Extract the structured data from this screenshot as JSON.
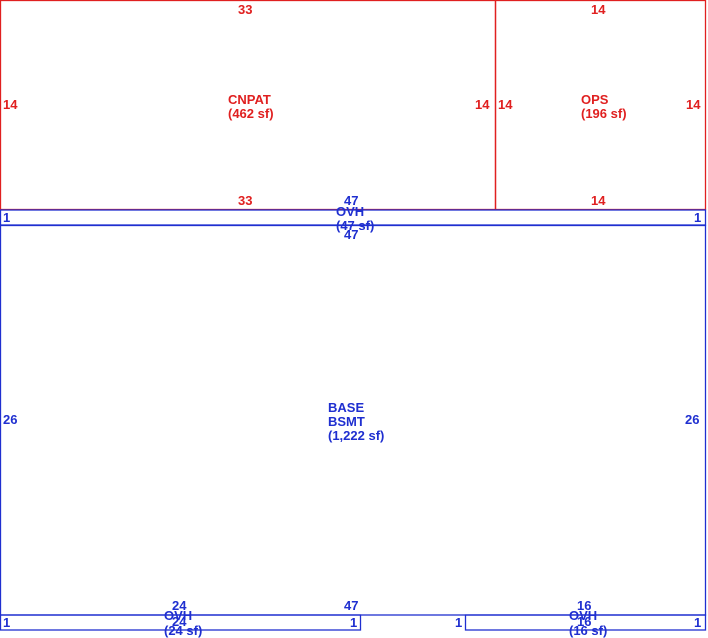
{
  "colors": {
    "addition": "#e02020",
    "main": "#1f2fd0",
    "background": "#ffffff"
  },
  "areas": {
    "cnpat": {
      "name": "CNPAT",
      "area": "(462 sf)",
      "dims": {
        "top": "33",
        "bottom": "33",
        "left": "14",
        "right": "14"
      }
    },
    "ops": {
      "name": "OPS",
      "area": "(196 sf)",
      "dims": {
        "top": "14",
        "bottom": "14",
        "left": "14",
        "right": "14"
      }
    },
    "ovh_top": {
      "name": "OVH",
      "area": "(47 sf)",
      "dims": {
        "top": "47",
        "bottom": "47",
        "left": "1",
        "right": "1"
      }
    },
    "base": {
      "name_line1": "BASE",
      "name_line2": "BSMT",
      "area": "(1,222 sf)",
      "dims": {
        "left": "26",
        "right": "26",
        "bottom": "47"
      }
    },
    "ovh_bottom_left": {
      "name": "OVH",
      "area": "(24 sf)",
      "dims": {
        "top": "24",
        "bottom": "24",
        "left": "1",
        "right": "1"
      }
    },
    "ovh_bottom_right": {
      "name": "OVH",
      "area": "(16 sf)",
      "dims": {
        "top": "16",
        "bottom": "16",
        "left": "1",
        "right": "1"
      }
    }
  }
}
